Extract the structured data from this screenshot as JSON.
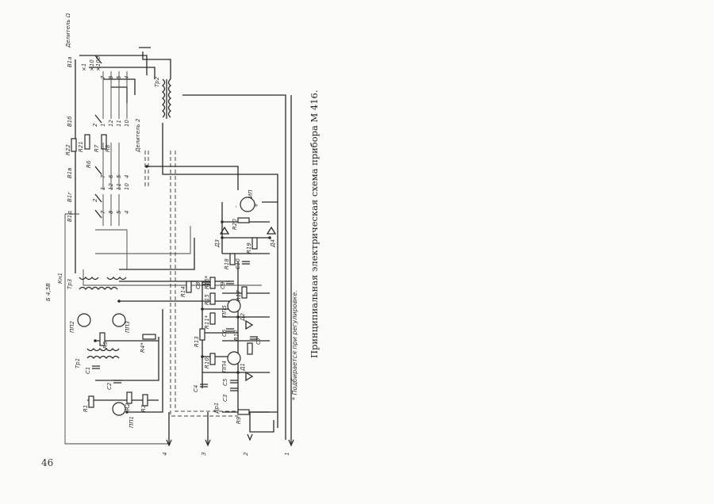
{
  "caption": "Принципиальная электрическая схема прибора М 416.",
  "footnote": "* Подбирается при регулировке.",
  "page_number": "46",
  "terminals": [
    "4",
    "3",
    "2",
    "1"
  ],
  "switch_labels": [
    "В1а",
    "В1б",
    "В1в",
    "В1г",
    "В1д"
  ],
  "divider_labels": [
    "Делитель Ω",
    "×1",
    "×10",
    "×100",
    "Делитель 2"
  ],
  "contact_numbers": [
    "7",
    "8",
    "5",
    "4",
    "1",
    "12",
    "11",
    "10",
    "2",
    "7",
    "6",
    "5",
    "4",
    "1",
    "12",
    "11",
    "10",
    "2",
    "7",
    "8",
    "5",
    "4"
  ],
  "components": {
    "transformers": [
      "Тр1",
      "Тр2",
      "Тр3"
    ],
    "transistors": [
      "ПП1",
      "ПП2",
      "ПП3",
      "ПП4",
      "ПП5"
    ],
    "resistors": [
      "R1",
      "R2",
      "R3",
      "R4*",
      "R5",
      "R6",
      "R7",
      "R8",
      "R9",
      "R10",
      "R11*",
      "R12",
      "R13",
      "R14",
      "R15",
      "R16*",
      "R17",
      "R18",
      "R19",
      "R20",
      "R21",
      "R22"
    ],
    "capacitors": [
      "C1",
      "C2",
      "C3",
      "C4",
      "C5",
      "C6",
      "C7",
      "C8",
      "C9",
      "C10"
    ],
    "diodes": [
      "Д1",
      "Д2",
      "Д3",
      "Д4"
    ],
    "other": [
      "ИП",
      "Др1",
      "Кн1",
      "Б 4,5В"
    ]
  },
  "meter_signs": [
    "-",
    "+"
  ]
}
